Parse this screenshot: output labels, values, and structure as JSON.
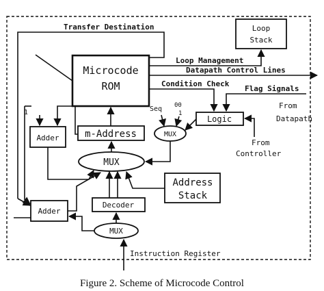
{
  "diagram": {
    "blocks": {
      "microcode_rom": [
        "Microcode",
        "ROM"
      ],
      "loop_stack": [
        "Loop",
        "Stack"
      ],
      "logic": "Logic",
      "m_address": "m-Address",
      "adder_top": "Adder",
      "adder_bottom": "Adder",
      "mux_main": "MUX",
      "mux_small": "MUX",
      "mux_bottom": "MUX",
      "decoder": "Decoder",
      "address_stack": [
        "Address",
        "Stack"
      ]
    },
    "labels": {
      "transfer_destination": "Transfer Destination",
      "loop_management": "Loop Management",
      "datapath_control_lines": "Datapath Control Lines",
      "condition_check": "Condition Check",
      "flag_signals": "Flag Signals",
      "from_datapath": [
        "From",
        "Datapath"
      ],
      "from_controller": [
        "From",
        "Controller"
      ],
      "seq": "Seq",
      "zero_zero": "00",
      "one_small": "1",
      "one_left": "1",
      "instruction_register": "Instruction Register"
    },
    "caption": "Figure 2. Scheme of Microcode Control"
  }
}
